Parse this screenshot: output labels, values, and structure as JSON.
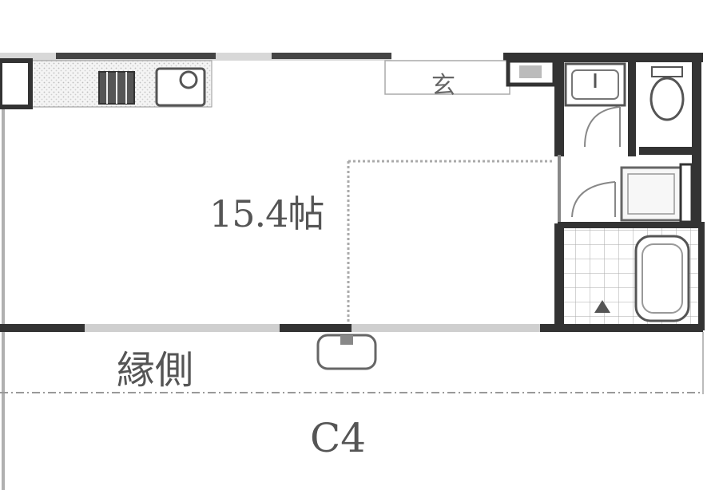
{
  "floor_plan": {
    "main_room_label": "15.4帖",
    "entrance_label": "玄",
    "veranda_label": "縁側",
    "unit_label": "C4"
  },
  "colors": {
    "wall": "#333333",
    "fixture": "#555555",
    "hatch": "#cfcfcf",
    "text": "#555555"
  }
}
